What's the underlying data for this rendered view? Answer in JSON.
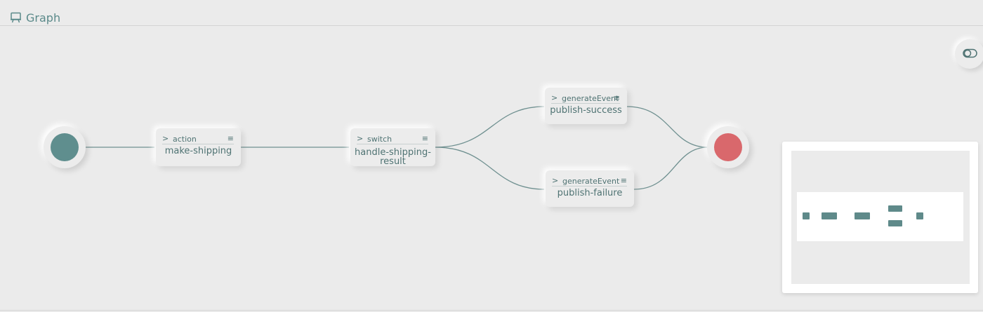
{
  "header": {
    "title": "Graph",
    "icon": "presentation-board-icon"
  },
  "colors": {
    "accent": "#5b8a8a",
    "start_node": "#5f8e8e",
    "end_node": "#d9686c",
    "edge": "#6f9090"
  },
  "nodes": [
    {
      "id": "start",
      "kind": "start"
    },
    {
      "id": "make-shipping",
      "type": "action",
      "label": "make-shipping"
    },
    {
      "id": "handle-shipping-result",
      "type": "switch",
      "label": "handle-shipping-result"
    },
    {
      "id": "publish-success",
      "type": "generateEvent",
      "label": "publish-success"
    },
    {
      "id": "publish-failure",
      "type": "generateEvent",
      "label": "publish-failure"
    },
    {
      "id": "end",
      "kind": "end"
    }
  ],
  "edges": [
    [
      "start",
      "make-shipping"
    ],
    [
      "make-shipping",
      "handle-shipping-result"
    ],
    [
      "handle-shipping-result",
      "publish-success"
    ],
    [
      "handle-shipping-result",
      "publish-failure"
    ],
    [
      "publish-success",
      "end"
    ],
    [
      "publish-failure",
      "end"
    ]
  ],
  "controls": {
    "toggle_icon": "toggle-icon"
  },
  "minimap": {
    "visible": true
  }
}
